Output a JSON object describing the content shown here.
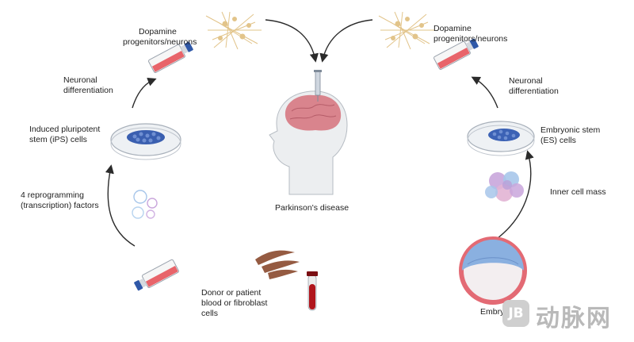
{
  "labels": {
    "dopamine_left_1": "Dopamine",
    "dopamine_left_2": "progenitors/neurons",
    "dopamine_right_1": "Dopamine",
    "dopamine_right_2": "progenitors/neurons",
    "neuronal_left_1": "Neuronal",
    "neuronal_left_2": "differentiation",
    "neuronal_right_1": "Neuronal",
    "neuronal_right_2": "differentiation",
    "ips_1": "Induced pluripotent",
    "ips_2": "stem (iPS) cells",
    "es_1": "Embryonic stem",
    "es_2": "(ES) cells",
    "reprog_1": "4 reprogramming",
    "reprog_2": "(transcription) factors",
    "inner_cell_mass": "Inner cell mass",
    "parkinsons": "Parkinson's disease",
    "donor_1": "Donor or patient",
    "donor_2": "blood or fibroblast",
    "donor_3": "cells",
    "embryo": "Embryo"
  },
  "watermark": {
    "badge": "JB",
    "text": "动脉网"
  },
  "colors": {
    "flask_medium": "#e8646a",
    "flask_cap": "#2f58a8",
    "ips_cells": "#3a5fb0",
    "es_cells": "#3c62b5",
    "neurons": "#e2c48a",
    "brain": "#d9848d",
    "fibroblast": "#8a4a2e",
    "blood": "#b0151c",
    "inner_cell_mass_colors": [
      "#c9a6dc",
      "#a7c6ea",
      "#e2b4d4"
    ],
    "embryo_shell": "#e36a74",
    "embryo_mass": "#8ab0e0"
  }
}
